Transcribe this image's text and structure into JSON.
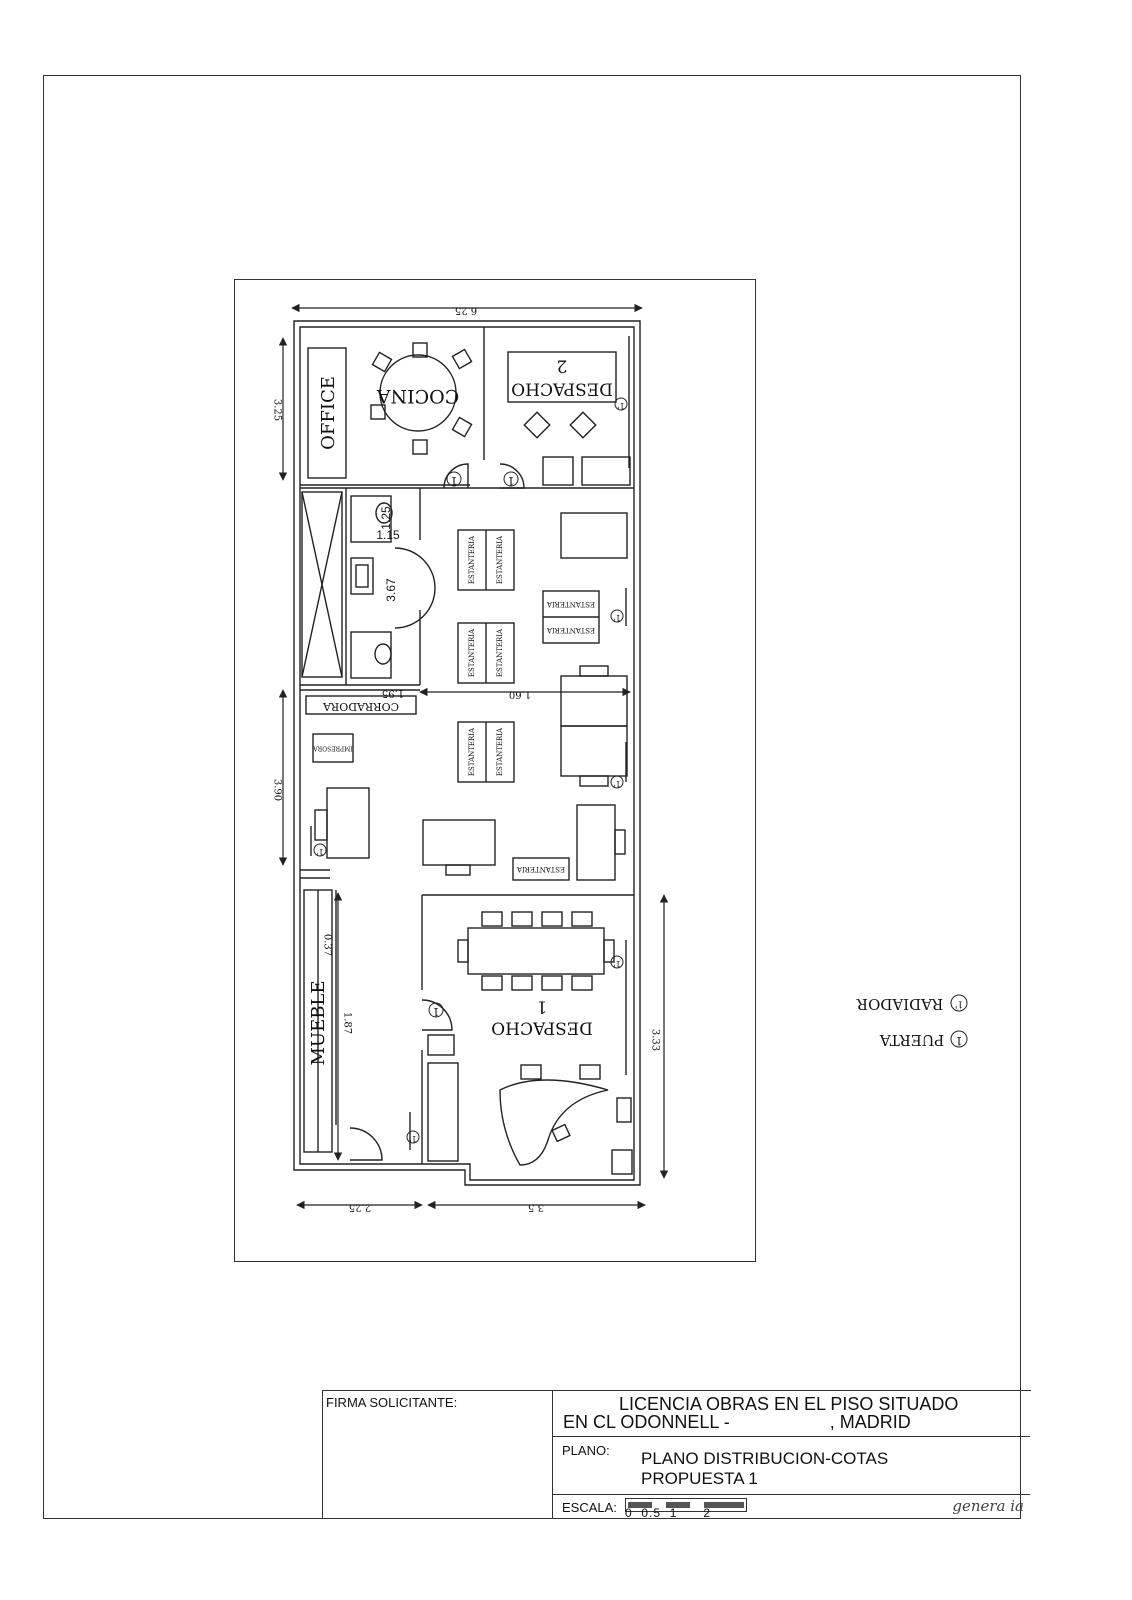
{
  "rooms": {
    "office": "OFFICE",
    "cocina": "COCINA",
    "despacho2": "DESPACHO",
    "despacho2_num": "2",
    "despacho1": "DESPACHO",
    "despacho1_num": "1",
    "mueble": "MUEBLE",
    "corradora": "CORRADORA",
    "estanteria": "ESTANTERIA",
    "impresora": "IMPRESORA"
  },
  "dimensions": {
    "top_width": "6.25",
    "left_top": "3.25",
    "left_mid": "3.90",
    "right_mid": "1.60",
    "corridor": "1.95",
    "bath_a": "1.25",
    "bath_b": "1.15",
    "bath_c": "3.67",
    "mueble_a": "0.37",
    "mueble_b": "1.87",
    "despacho1_h": "3.33",
    "bottom_left": "2.25",
    "bottom_right": "3.5"
  },
  "symbols": {
    "door": "1",
    "radiator": "1'"
  },
  "legend": {
    "radiador": "RADIADOR",
    "puerta": "PUERTA",
    "radiador_symbol": "1'",
    "puerta_symbol": "1"
  },
  "title_block": {
    "firma_label": "FIRMA SOLICITANTE:",
    "title_line1": "LICENCIA OBRAS EN EL PISO SITUADO",
    "title_line2": "EN CL ODONNELL -                    , MADRID",
    "plano_label": "PLANO:",
    "plano_line1": "PLANO DISTRIBUCION-COTAS",
    "plano_line2": "PROPUESTA 1",
    "escala_label": "ESCALA:",
    "scale_numbers": "0  0.5  1      2",
    "logo": "genera ia"
  }
}
